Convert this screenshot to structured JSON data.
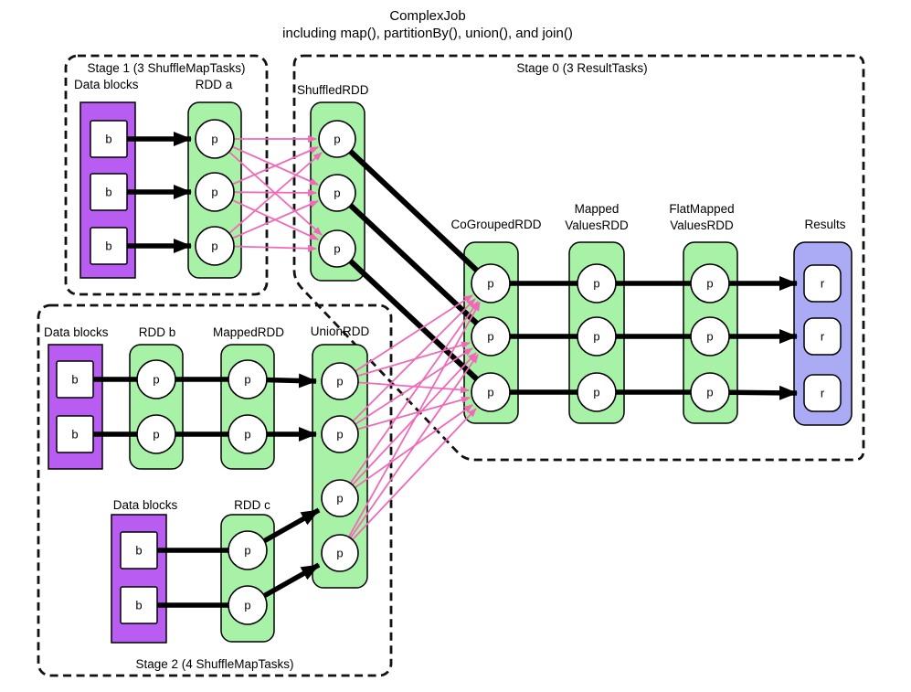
{
  "title": {
    "line1": "ComplexJob",
    "line2": "including map(), partitionBy(), union(), and join()"
  },
  "stages": {
    "stage1": {
      "label": "Stage 1 (3 ShuffleMapTasks)",
      "task_count": 3
    },
    "stage0": {
      "label": "Stage 0 (3 ResultTasks)",
      "task_count": 3
    },
    "stage2": {
      "label": "Stage 2 (4 ShuffleMapTasks)",
      "task_count": 4
    }
  },
  "labels": {
    "data_blocks_1": "Data blocks",
    "rdd_a": "RDD a",
    "shuffled_rdd": "ShuffledRDD",
    "cogrouped_rdd": "CoGroupedRDD",
    "mapped_values_1": "Mapped",
    "mapped_values_2": "ValuesRDD",
    "flatmapped_values_1": "FlatMapped",
    "flatmapped_values_2": "ValuesRDD",
    "results": "Results",
    "data_blocks_2": "Data blocks",
    "rdd_b": "RDD b",
    "mapped_rdd": "MappedRDD",
    "union_rdd": "UnionRDD",
    "data_blocks_3": "Data blocks",
    "rdd_c": "RDD c"
  },
  "glyphs": {
    "block": "b",
    "partition": "p",
    "result": "r"
  },
  "counts": {
    "rdd_a_partitions": 3,
    "shuffled_partitions": 3,
    "cogrouped_partitions": 3,
    "mapped_values_partitions": 3,
    "flatmapped_values_partitions": 3,
    "results": 3,
    "rdd_b_partitions": 2,
    "mapped_rdd_partitions": 2,
    "union_partitions": 4,
    "rdd_c_partitions": 2,
    "stage1_blocks": 3,
    "stage2_blocks_b": 2,
    "stage2_blocks_c": 2
  },
  "colors": {
    "data_block_fill": "#b95cf2",
    "rdd_fill": "#a8f2a8",
    "results_fill": "#aaaaf5",
    "shuffle_arrow": "#f06ab8",
    "narrow_arrow": "#000000",
    "outline": "#111111"
  }
}
